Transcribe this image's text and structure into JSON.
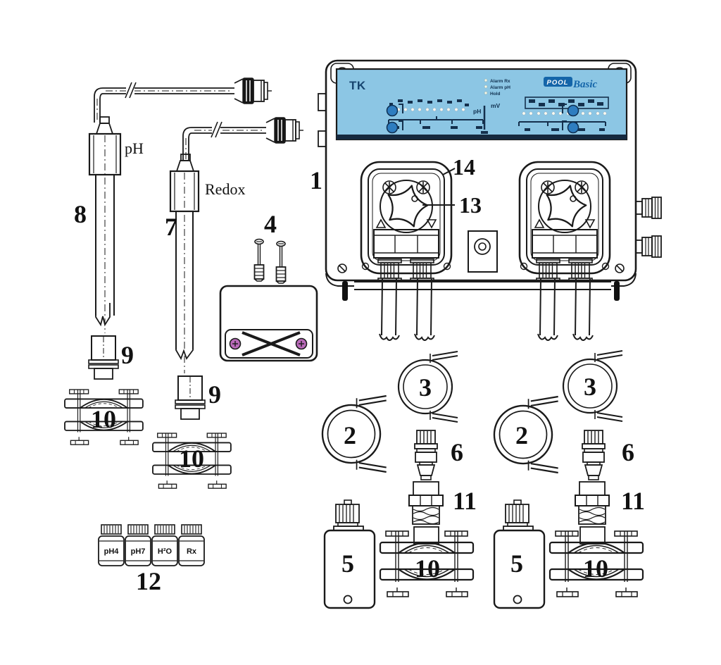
{
  "panel": {
    "brand": "TK",
    "logo_pool": "POOL",
    "logo_basic": "Basic",
    "led_labels": [
      "Alarm Rx",
      "Alarm pH",
      "Hold"
    ],
    "unit_left": "pH",
    "unit_right": "mV"
  },
  "labels": {
    "ph": "pH",
    "redox": "Redox"
  },
  "cal_bottles": [
    "pH4",
    "pH7",
    "H²O",
    "Rx"
  ],
  "callouts": {
    "n1": "1",
    "n2": "2",
    "n3": "3",
    "n4": "4",
    "n5": "5",
    "n6": "6",
    "n7": "7",
    "n8": "8",
    "n9": "9",
    "n10": "10",
    "n11": "11",
    "n12": "12",
    "n13": "13",
    "n14": "14"
  },
  "colors": {
    "panel_blue": "#8cc6e4",
    "logo_blue": "#1465a9",
    "button_blue": "#2e7dc0",
    "screw_pink": "#b96ab9",
    "ink": "#1a1a1a"
  }
}
